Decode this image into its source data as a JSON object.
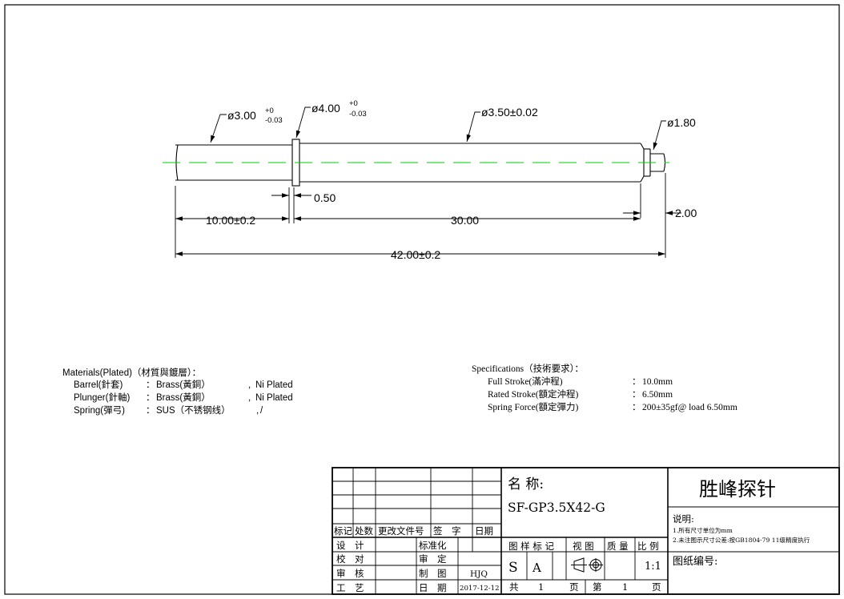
{
  "drawing": {
    "dims": {
      "d300_base": "ø3.00",
      "d300_sup": "+0",
      "d300_sub": "-0.03",
      "d400_base": "ø4.00",
      "d400_sup": "+0",
      "d400_sub": "-0.03",
      "d350": "ø3.50±0.02",
      "d180": "ø1.80",
      "flange": "0.50",
      "len10": "10.00±0.2",
      "len30": "30.00",
      "len2": "2.00",
      "len42": "42.00±0.2"
    }
  },
  "materials": {
    "heading": "Materials(Plated)（材質與鍍層）：",
    "rows": [
      {
        "part": "Barrel(針套)",
        "sep": "：",
        "mat": "Brass(黃銅）",
        "comma": ",",
        "plate": "Ni Plated"
      },
      {
        "part": "Plunger(針軸)",
        "sep": "：",
        "mat": "Brass(黃銅）",
        "comma": ",",
        "plate": "Ni Plated"
      },
      {
        "part": "Spring(彈弓)",
        "sep": "：",
        "mat": "SUS（不锈钢线）",
        "comma": ",",
        "plate": "/"
      }
    ]
  },
  "specifications": {
    "heading": "Specifications（技術要求）：",
    "rows": [
      {
        "label": "Full Stroke(滿沖程)",
        "sep": "：",
        "value": "10.0mm"
      },
      {
        "label": "Rated Stroke(額定沖程)",
        "sep": "：",
        "value": "6.50mm"
      },
      {
        "label": "Spring Force(額定彈力)",
        "sep": "：",
        "value": "200±35gf@ load 6.50mm"
      }
    ]
  },
  "title_block": {
    "rev_headers": [
      "标记",
      "处数",
      "更改文件号",
      "签　字",
      "日期"
    ],
    "left_labels": [
      "设　计",
      "校　对",
      "审　核",
      "工　艺"
    ],
    "mid_labels": [
      "标准化",
      "审　定",
      "制　图",
      "日　期"
    ],
    "drafter": "HJQ",
    "date": "2017-12-12",
    "name_label": "名 称:",
    "part_number": "SF-GP3.5X42-G",
    "stage_header": "图 样 标 记",
    "view_header": "视 图",
    "weight_header": "质 量",
    "scale_header": "比 例",
    "stage_s": "S",
    "stage_a": "A",
    "scale": "1:1",
    "total": "共",
    "total_n": "1",
    "page_unit": "页",
    "sheet": "第",
    "sheet_n": "1",
    "company": "胜峰探针",
    "notes_title": "说明:",
    "notes": [
      "1.所有尺寸单位为mm",
      "2.未注图示尺寸公差:按GB1804-79 11级精度执行"
    ],
    "drawing_no_label": "图纸编号:"
  },
  "colors": {
    "centerline": "#00d000",
    "ink": "#000000",
    "paper": "#ffffff"
  }
}
